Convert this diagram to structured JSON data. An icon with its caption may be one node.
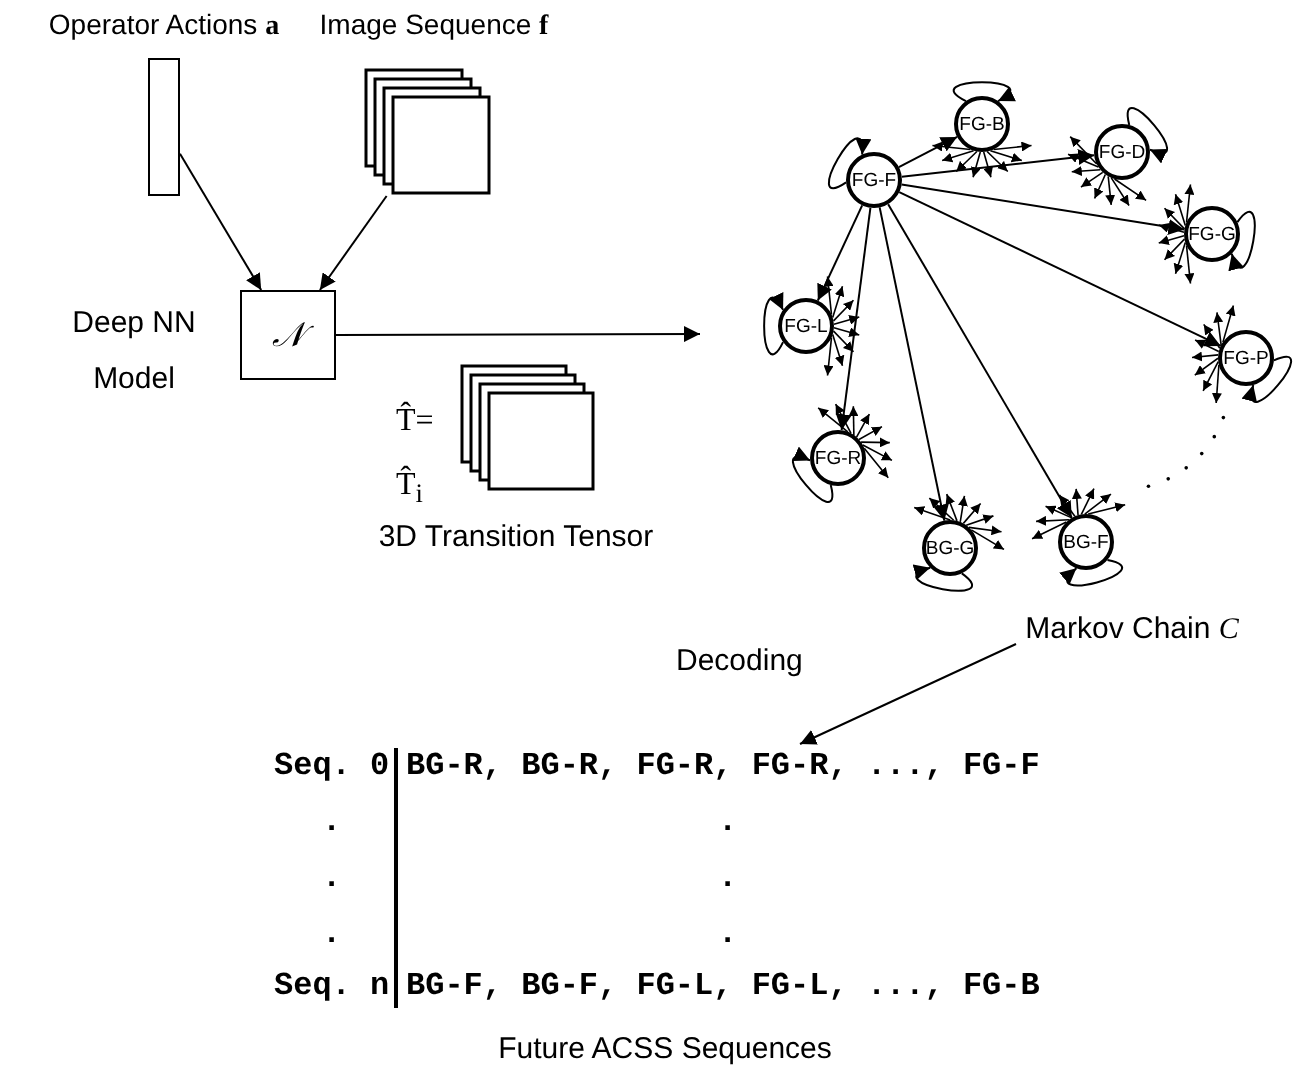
{
  "diagram": {
    "nodes": [
      {
        "text": [
          "Operator Actions **a**"
        ]
      },
      {
        "text": [
          "Image Sequence **f**"
        ]
      },
      {
        "text": [
          "𝒩"
        ],
        "beside": [
          "Deep NN Model"
        ]
      },
      {
        "text": [
          "3D Transition Tensor"
        ],
        "beside": [
          "T̂=",
          "T̂$_{i}$"
        ]
      },
      {
        "text": [
          "FG-F"
        ]
      },
      {
        "text": [
          "FG-B"
        ]
      },
      {
        "text": [
          "FG-D"
        ]
      },
      {
        "text": [
          "FG-G"
        ]
      },
      {
        "text": [
          "FG-L"
        ]
      },
      {
        "text": [
          "FG-P"
        ]
      },
      {
        "text": [
          "FG-R"
        ]
      },
      {
        "text": [
          "BG-G"
        ]
      },
      {
        "text": [
          "BG-F"
        ]
      },
      {
        "text": [
          "Markov Chain *C*"
        ]
      },
      {
        "text": [
          "Seq. 0",
          "BG-R, BG-R, FG-R, FG-R, ..., FG-F",
          ".",
          ".",
          ".",
          ".",
          ".",
          ".",
          "Seq. n",
          "BG-F, BG-F, FG-L, FG-L, ..., FG-B"
        ],
        "beside": [
          "Future ACSS Sequences"
        ]
      }
    ],
    "edges": [
      {
        "from": 0,
        "to": 2,
        "arrow": "to"
      },
      {
        "from": 1,
        "to": 2,
        "arrow": "to"
      },
      {
        "from": 2,
        "to": null,
        "arrow": "to"
      },
      {
        "from": 4,
        "to": 4,
        "arrow": "to"
      },
      {
        "from": 4,
        "to": 5,
        "arrow": "to"
      },
      {
        "from": 4,
        "to": 6,
        "arrow": "to"
      },
      {
        "from": 4,
        "to": 7,
        "arrow": "to"
      },
      {
        "from": 4,
        "to": 8,
        "arrow": "to"
      },
      {
        "from": 4,
        "to": 9,
        "arrow": "to"
      },
      {
        "from": 4,
        "to": 10,
        "arrow": "to"
      },
      {
        "from": 4,
        "to": 11,
        "arrow": "to"
      },
      {
        "from": 4,
        "to": 12,
        "arrow": "to"
      },
      {
        "from": 5,
        "to": 5,
        "arrow": "to"
      },
      {
        "from": 6,
        "to": 6,
        "arrow": "to"
      },
      {
        "from": 7,
        "to": 7,
        "arrow": "to"
      },
      {
        "from": 8,
        "to": 8,
        "arrow": "to"
      },
      {
        "from": 9,
        "to": 9,
        "arrow": "to"
      },
      {
        "from": 10,
        "to": 10,
        "arrow": "to"
      },
      {
        "from": 11,
        "to": 11,
        "arrow": "to"
      },
      {
        "from": 12,
        "to": 12,
        "arrow": "to"
      },
      {
        "from": 13,
        "to": 14,
        "label": "Decoding",
        "arrow": "to"
      }
    ]
  }
}
